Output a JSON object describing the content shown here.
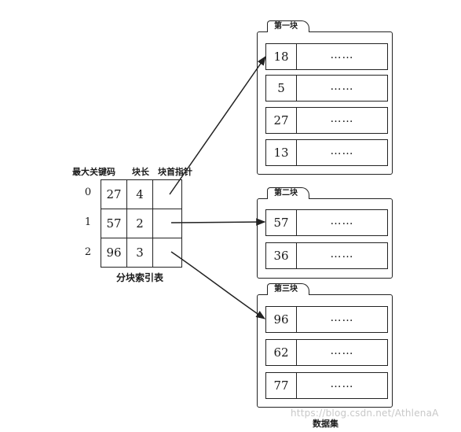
{
  "index_table": {
    "headers": {
      "max_key": "最大关键码",
      "block_len": "块长",
      "block_ptr": "块首指针"
    },
    "rows": [
      {
        "index": "0",
        "max_key": "27",
        "length": "4"
      },
      {
        "index": "1",
        "max_key": "57",
        "length": "2"
      },
      {
        "index": "2",
        "max_key": "96",
        "length": "3"
      }
    ],
    "caption": "分块索引表"
  },
  "blocks": [
    {
      "label": "第一块",
      "records": [
        {
          "key": "18",
          "rest": "……"
        },
        {
          "key": "5",
          "rest": "……"
        },
        {
          "key": "27",
          "rest": "……"
        },
        {
          "key": "13",
          "rest": "……"
        }
      ]
    },
    {
      "label": "第二块",
      "records": [
        {
          "key": "57",
          "rest": "……"
        },
        {
          "key": "36",
          "rest": "……"
        }
      ]
    },
    {
      "label": "第三块",
      "records": [
        {
          "key": "96",
          "rest": "……"
        },
        {
          "key": "62",
          "rest": "……"
        },
        {
          "key": "77",
          "rest": "……"
        }
      ]
    }
  ],
  "dataset_label": "数据集",
  "watermark": "https://blog.csdn.net/AthlenaA"
}
